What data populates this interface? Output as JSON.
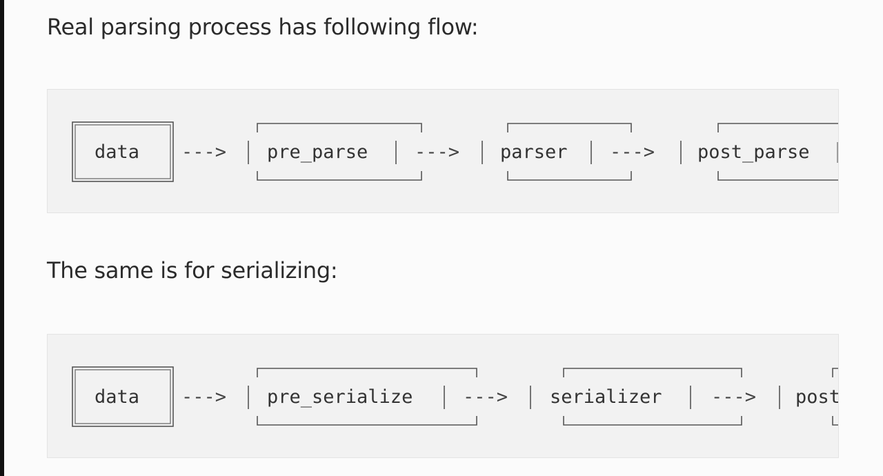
{
  "paragraph_1": "Real parsing process has following flow:",
  "paragraph_2": "The same is for serializing:",
  "flow_1": {
    "nodes": [
      "data",
      "pre_parse",
      "parser",
      "post_parse"
    ],
    "arrow": "--->"
  },
  "flow_2": {
    "nodes": [
      "data",
      "pre_serialize",
      "serializer",
      "post"
    ],
    "arrow": "--->"
  }
}
